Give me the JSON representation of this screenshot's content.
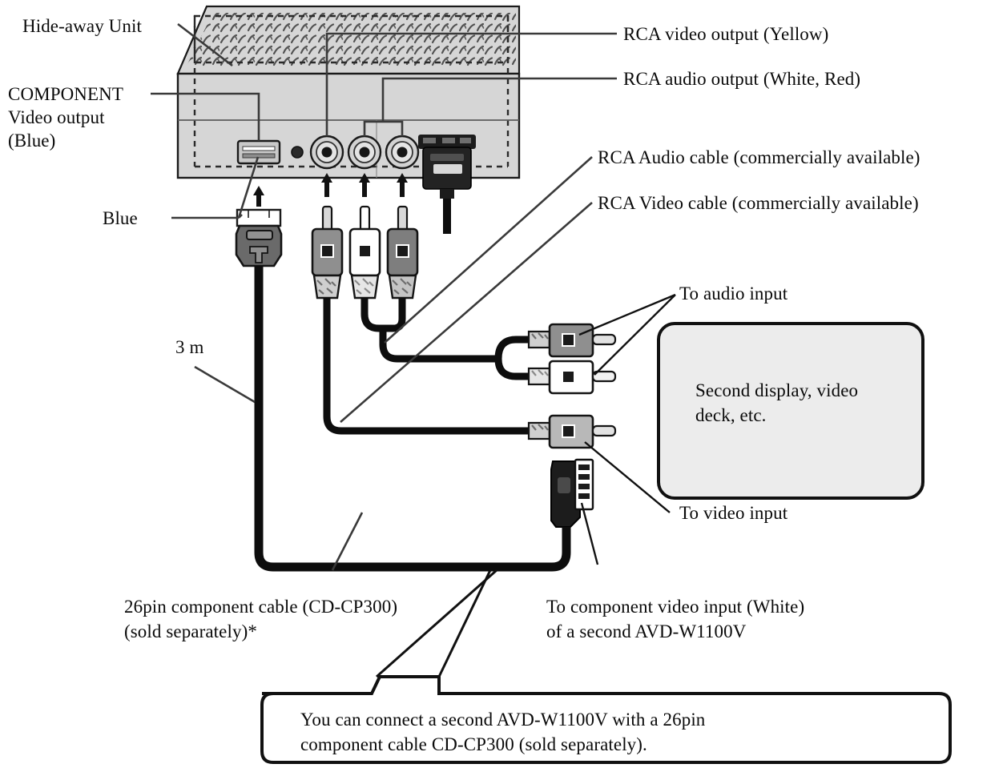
{
  "diagram": {
    "title": "Hide-away Unit connection diagram for AVD-W1100V",
    "colors": {
      "unit_body": "#d6d6d6",
      "unit_body_dark": "#c2c2c2",
      "outline": "#1a1a1a",
      "cable": "#0d0d0d",
      "connector_black": "#1c1c1c",
      "connector_gray": "#8a8a8a",
      "connector_light": "#c9c9c9",
      "connector_white": "#ffffff",
      "display_box_fill": "#ececec",
      "callout_fill": "#ffffff",
      "background": "#ffffff"
    },
    "labels": {
      "hide_away_unit": "Hide-away Unit",
      "component_video_output": "COMPONENT\nVideo output\n(Blue)",
      "component_video_output_line1": "COMPONENT",
      "component_video_output_line2": "Video output",
      "component_video_output_line3": "(Blue)",
      "blue": "Blue",
      "rca_video_output": "RCA video output (Yellow)",
      "rca_audio_output": "RCA audio output (White, Red)",
      "rca_audio_cable": "RCA Audio cable (commercially available)",
      "rca_video_cable": "RCA Video cable (commercially available)",
      "to_audio_input": "To audio input",
      "to_video_input": "To video input",
      "cable_length": "3 m",
      "component_cable_line1": "26pin component cable (CD-CP300)",
      "component_cable_line2": "(sold separately)*",
      "to_component_video_input_line1": "To component video input (White)",
      "to_component_video_input_line2": "of a second AVD-W1100V",
      "second_display_line1": "Second display, video",
      "second_display_line2": "deck, etc.",
      "callout_line1": "You can connect a second AVD-W1100V with a 26pin",
      "callout_line2": "component cable CD-CP300 (sold separately)."
    },
    "connectors": {
      "unit_jacks": [
        {
          "name": "component-video-slot",
          "color_label": "Blue",
          "type": "26pin slot"
        },
        {
          "name": "rca-video-jack",
          "color_label": "Yellow",
          "type": "RCA"
        },
        {
          "name": "rca-audio-jack-white",
          "color_label": "White",
          "type": "RCA"
        },
        {
          "name": "rca-audio-jack-red",
          "color_label": "Red",
          "type": "RCA"
        },
        {
          "name": "harness-connector",
          "color_label": "Black",
          "type": "multi-pin"
        }
      ],
      "plugs": [
        {
          "name": "component-plug-blue",
          "color_label": "Blue"
        },
        {
          "name": "rca-plug-video-yellow",
          "color_label": "Yellow"
        },
        {
          "name": "rca-plug-audio-white",
          "color_label": "White"
        },
        {
          "name": "rca-plug-audio-red",
          "color_label": "Red"
        }
      ]
    }
  }
}
